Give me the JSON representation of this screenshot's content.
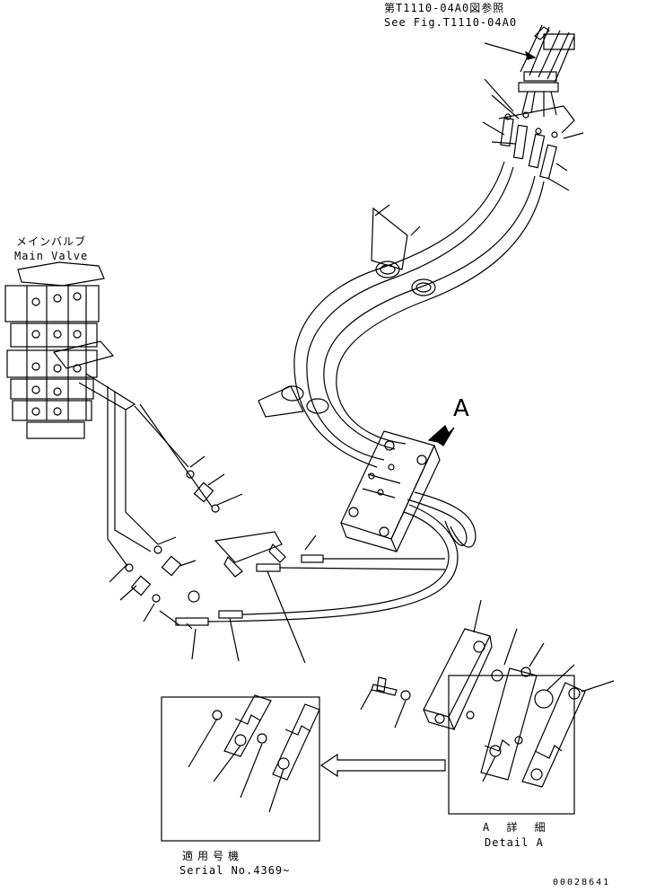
{
  "reference": {
    "jp": "第T1110-04A0図参照",
    "en": "See Fig.T1110-04A0"
  },
  "main_valve": {
    "jp": "メインバルブ",
    "en": "Main Valve"
  },
  "callout": "A",
  "detail": {
    "jp": "A 詳 細",
    "en": "Detail A"
  },
  "serial": {
    "jp": "適用号機",
    "en": "Serial No.4369~"
  },
  "document_number": "00028641"
}
